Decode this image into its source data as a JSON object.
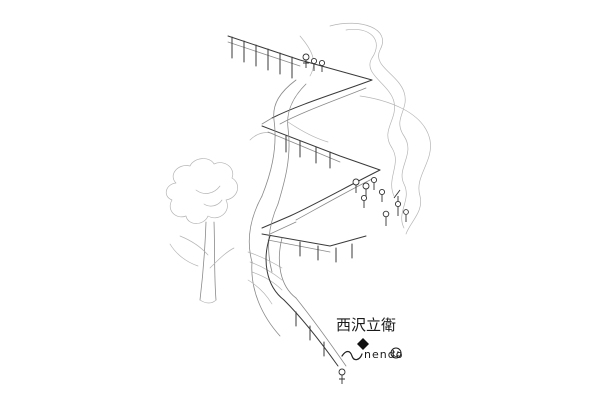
{
  "signature": {
    "line1": "西沢立衛",
    "line2": "nendo"
  },
  "colors": {
    "background": "#ffffff",
    "pencil": "#3a3a3a",
    "pencil_light": "#8a8a8a",
    "pencil_faint": "#b5b5b5",
    "ink": "#111111"
  },
  "icons": {
    "diamond": "diamond-ink-mark",
    "smiley": "smiley-icon"
  }
}
